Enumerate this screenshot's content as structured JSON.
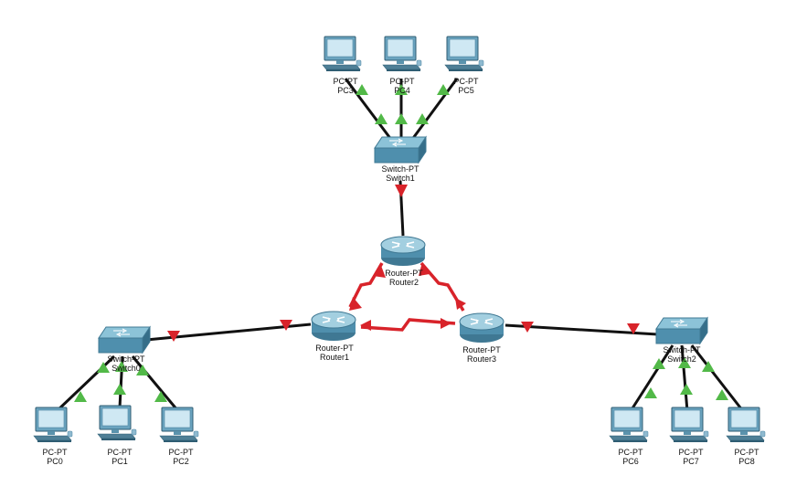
{
  "devices": {
    "pc3": {
      "type": "PC-PT",
      "name": "PC3"
    },
    "pc4": {
      "type": "PC-PT",
      "name": "PC4"
    },
    "pc5": {
      "type": "PC-PT",
      "name": "PC5"
    },
    "switch1": {
      "type": "Switch-PT",
      "name": "Switch1"
    },
    "router2": {
      "type": "Router-PT",
      "name": "Router2"
    },
    "router1": {
      "type": "Router-PT",
      "name": "Router1"
    },
    "router3": {
      "type": "Router-PT",
      "name": "Router3"
    },
    "switch0": {
      "type": "Switch-PT",
      "name": "Switch0"
    },
    "switch2": {
      "type": "Switch-PT",
      "name": "Switch2"
    },
    "pc0": {
      "type": "PC-PT",
      "name": "PC0"
    },
    "pc1": {
      "type": "PC-PT",
      "name": "PC1"
    },
    "pc2": {
      "type": "PC-PT",
      "name": "PC2"
    },
    "pc6": {
      "type": "PC-PT",
      "name": "PC6"
    },
    "pc7": {
      "type": "PC-PT",
      "name": "PC7"
    },
    "pc8": {
      "type": "PC-PT",
      "name": "PC8"
    }
  },
  "icons": {
    "pc": "desktop-pc-icon",
    "switch": "network-switch-icon",
    "router": "network-router-icon"
  },
  "colors": {
    "link_copper": "#111111",
    "link_serial": "#d8232a",
    "port_up": "#52b948",
    "port_down": "#d8232a",
    "device_body": "#6ba4bf"
  },
  "links": [
    {
      "from": "switch1",
      "to": "pc3",
      "kind": "copper",
      "status": "up"
    },
    {
      "from": "switch1",
      "to": "pc4",
      "kind": "copper",
      "status": "up"
    },
    {
      "from": "switch1",
      "to": "pc5",
      "kind": "copper",
      "status": "up"
    },
    {
      "from": "switch1",
      "to": "router2",
      "kind": "copper",
      "status": "down"
    },
    {
      "from": "router2",
      "to": "router1",
      "kind": "serial",
      "status": "down"
    },
    {
      "from": "router2",
      "to": "router3",
      "kind": "serial",
      "status": "down"
    },
    {
      "from": "router1",
      "to": "router3",
      "kind": "serial",
      "status": "down"
    },
    {
      "from": "switch0",
      "to": "router1",
      "kind": "copper",
      "status": "down"
    },
    {
      "from": "router3",
      "to": "switch2",
      "kind": "copper",
      "status": "down"
    },
    {
      "from": "switch0",
      "to": "pc0",
      "kind": "copper",
      "status": "up"
    },
    {
      "from": "switch0",
      "to": "pc1",
      "kind": "copper",
      "status": "up"
    },
    {
      "from": "switch0",
      "to": "pc2",
      "kind": "copper",
      "status": "up"
    },
    {
      "from": "switch2",
      "to": "pc6",
      "kind": "copper",
      "status": "up"
    },
    {
      "from": "switch2",
      "to": "pc7",
      "kind": "copper",
      "status": "up"
    },
    {
      "from": "switch2",
      "to": "pc8",
      "kind": "copper",
      "status": "up"
    }
  ]
}
